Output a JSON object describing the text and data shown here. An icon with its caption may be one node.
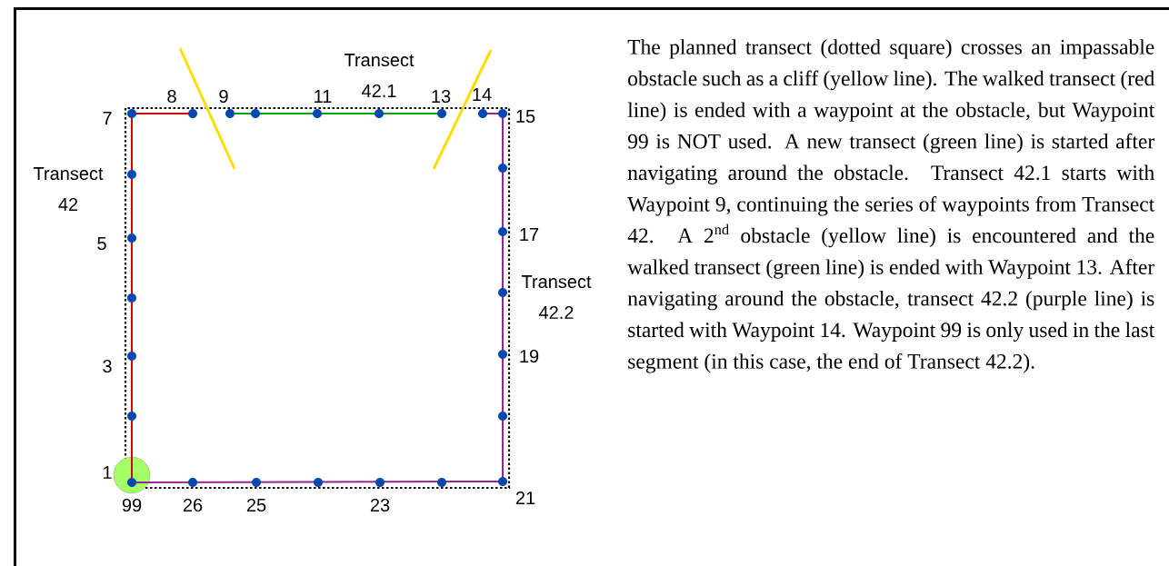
{
  "diagram": {
    "labels": [
      "Transect 42.1",
      "8",
      "9",
      "11",
      "13",
      "14",
      "7",
      "15",
      "Transect 42",
      "17",
      "5",
      "Transect 42.2",
      "3",
      "19",
      "1",
      "99",
      "26",
      "25",
      "23",
      "21",
      "The planned transect (dotted square) crosses an impassable obstacle such as a cliff (yellow line). The walked transect (red line) is ended with a waypoint at the obstacle, but Waypoint 99 is NOT used. A new transect (green line) is started after navigating around the obstacle. Transect 42.1 starts with Waypoint 9, continuing the series of waypoints from Transect 42. A 2$^{nd}$ obstacle (yellow line) is encountered and the walked transect (green line) is ended with Waypoint 13. After navigating around the obstacle, transect 42.2 (purple line) is started with Waypoint 14. Waypoint 99 is only used in the last segment (in this case, the end of Transect 42.2)."
    ]
  }
}
